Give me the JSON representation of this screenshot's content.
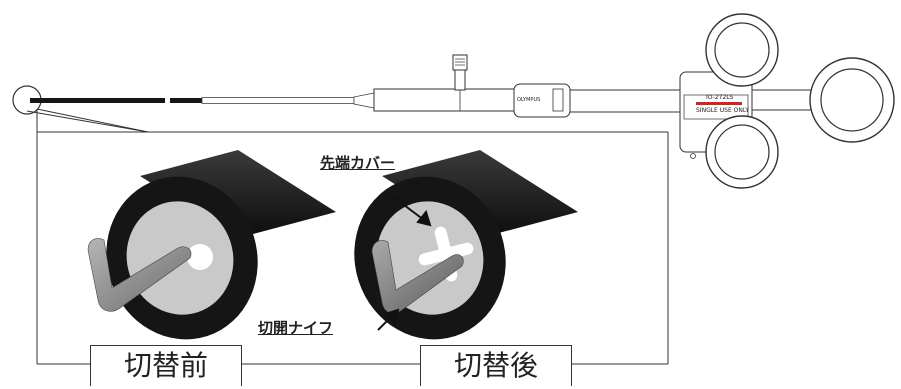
{
  "labels": {
    "tip_cover": "先端カバー",
    "cutting_knife": "切開ナイフ",
    "before_switch": "切替前",
    "after_switch": "切替後"
  },
  "device": {
    "model": "IO-272LS",
    "notice": "SINGLE USE ONLY",
    "brand": "OLYMPUS"
  },
  "colors": {
    "sheath": "#151515",
    "cover": "#c9c9c9",
    "knife": "#8e8e8e",
    "accent_red": "#d22222",
    "outline": "#333333"
  }
}
